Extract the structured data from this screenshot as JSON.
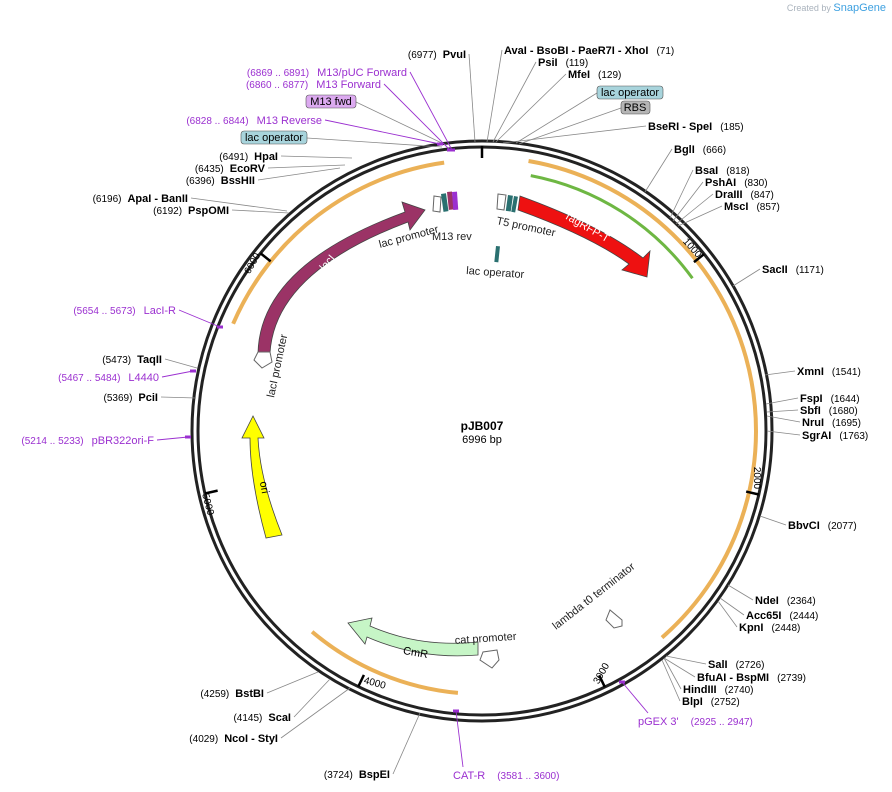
{
  "credit": {
    "created_by": "Created by",
    "brand": "SnapGene"
  },
  "plasmid": {
    "name": "pJB007",
    "size_label": "6996 bp",
    "length": 6996
  },
  "ticks": [
    {
      "bp": 1000,
      "label": "1000"
    },
    {
      "bp": 2000,
      "label": "2000"
    },
    {
      "bp": 3000,
      "label": "3000"
    },
    {
      "bp": 4000,
      "label": "4000"
    },
    {
      "bp": 5000,
      "label": "5000"
    },
    {
      "bp": 6000,
      "label": "6000"
    }
  ],
  "restriction_sites": [
    {
      "id": "pvui",
      "text": "PvuI",
      "pos": "(6977)",
      "bp": 6977,
      "side": "left"
    },
    {
      "id": "ava",
      "text": "AvaI   - BsoBI   - PaeR7I   - XhoI",
      "pos": "(71)",
      "bp": 71,
      "side": "right"
    },
    {
      "id": "psi",
      "text": "PsiI",
      "pos": "(119)",
      "bp": 119,
      "side": "right"
    },
    {
      "id": "mfe",
      "text": "MfeI",
      "pos": "(129)",
      "bp": 129,
      "side": "right"
    },
    {
      "id": "bse",
      "text": "BseRI   - SpeI",
      "pos": "(185)",
      "bp": 185,
      "side": "right"
    },
    {
      "id": "bgl",
      "text": "BglI",
      "pos": "(666)",
      "bp": 666,
      "side": "right"
    },
    {
      "id": "bsa",
      "text": "BsaI",
      "pos": "(818)",
      "bp": 818,
      "side": "right"
    },
    {
      "id": "psh",
      "text": "PshAI",
      "pos": "(830)",
      "bp": 830,
      "side": "right"
    },
    {
      "id": "dra",
      "text": "DraIII",
      "pos": "(847)",
      "bp": 847,
      "side": "right"
    },
    {
      "id": "msc",
      "text": "MscI",
      "pos": "(857)",
      "bp": 857,
      "side": "right"
    },
    {
      "id": "sac",
      "text": "SacII",
      "pos": "(1171)",
      "bp": 1171,
      "side": "right"
    },
    {
      "id": "xmn",
      "text": "XmnI",
      "pos": "(1541)",
      "bp": 1541,
      "side": "right"
    },
    {
      "id": "fsp",
      "text": "FspI",
      "pos": "(1644)",
      "bp": 1644,
      "side": "right"
    },
    {
      "id": "sbf",
      "text": "SbfI",
      "pos": "(1680)",
      "bp": 1680,
      "side": "right"
    },
    {
      "id": "nru",
      "text": "NruI",
      "pos": "(1695)",
      "bp": 1695,
      "side": "right"
    },
    {
      "id": "sgr",
      "text": "SgrAI",
      "pos": "(1763)",
      "bp": 1763,
      "side": "right"
    },
    {
      "id": "bbv",
      "text": "BbvCI",
      "pos": "(2077)",
      "bp": 2077,
      "side": "right"
    },
    {
      "id": "nde",
      "text": "NdeI",
      "pos": "(2364)",
      "bp": 2364,
      "side": "right"
    },
    {
      "id": "acc",
      "text": "Acc65I",
      "pos": "(2444)",
      "bp": 2444,
      "side": "right"
    },
    {
      "id": "kpn",
      "text": "KpnI",
      "pos": "(2448)",
      "bp": 2448,
      "side": "right"
    },
    {
      "id": "sal",
      "text": "SalI",
      "pos": "(2726)",
      "bp": 2726,
      "side": "right"
    },
    {
      "id": "bfu",
      "text": "BfuAI   - BspMI",
      "pos": "(2739)",
      "bp": 2739,
      "side": "right"
    },
    {
      "id": "hind",
      "text": "HindIII",
      "pos": "(2740)",
      "bp": 2740,
      "side": "right"
    },
    {
      "id": "blp",
      "text": "BlpI",
      "pos": "(2752)",
      "bp": 2752,
      "side": "right"
    },
    {
      "id": "bspe",
      "text": "BspEI",
      "pos": "(3724)",
      "bp": 3724,
      "side": "left"
    },
    {
      "id": "nco",
      "text": "NcoI   - StyI",
      "pos": "(4029)",
      "bp": 4029,
      "side": "left"
    },
    {
      "id": "sca",
      "text": "ScaI",
      "pos": "(4145)",
      "bp": 4145,
      "side": "left"
    },
    {
      "id": "bstb",
      "text": "BstBI",
      "pos": "(4259)",
      "bp": 4259,
      "side": "left"
    },
    {
      "id": "pci",
      "text": "PciI",
      "pos": "(5369)",
      "bp": 5369,
      "side": "left"
    },
    {
      "id": "taq",
      "text": "TaqII",
      "pos": "(5473)",
      "bp": 5473,
      "side": "left"
    },
    {
      "id": "psp",
      "text": "PspOMI",
      "pos": "(6192)",
      "bp": 6192,
      "side": "left"
    },
    {
      "id": "apa",
      "text": "ApaI   - BanII",
      "pos": "(6196)",
      "bp": 6196,
      "side": "left"
    },
    {
      "id": "bsshii",
      "text": "BssHII",
      "pos": "(6396)",
      "bp": 6396,
      "side": "left"
    },
    {
      "id": "ecorv",
      "text": "EcoRV",
      "pos": "(6435)",
      "bp": 6435,
      "side": "left"
    },
    {
      "id": "hpa",
      "text": "HpaI",
      "pos": "(6491)",
      "bp": 6491,
      "side": "left"
    }
  ],
  "primers": [
    {
      "id": "m13puc",
      "text": "M13/pUC Forward",
      "pos": "(6869 .. 6891)",
      "side": "left"
    },
    {
      "id": "m13fwd",
      "text": "M13 Forward",
      "pos": "(6860 .. 6877)",
      "side": "left"
    },
    {
      "id": "m13rev",
      "text": "M13 Reverse",
      "pos": "(6828 .. 6844)",
      "side": "left"
    },
    {
      "id": "lacir",
      "text": "LacI-R",
      "pos": "(5654 .. 5673)",
      "side": "left"
    },
    {
      "id": "l4440",
      "text": "L4440",
      "pos": "(5467 .. 5484)",
      "side": "left"
    },
    {
      "id": "pbr",
      "text": "pBR322ori-F",
      "pos": "(5214 .. 5233)",
      "side": "left"
    },
    {
      "id": "pgex",
      "text": "pGEX 3'",
      "pos": "(2925 .. 2947)",
      "side": "right"
    },
    {
      "id": "catr",
      "text": "CAT-R",
      "pos": "(3581 .. 3600)",
      "side": "right"
    }
  ],
  "boxed_labels": [
    {
      "id": "lacop1",
      "text": "lac operator",
      "color": "#a8d4dc"
    },
    {
      "id": "rbs",
      "text": "RBS",
      "color": "#b5b5b5"
    },
    {
      "id": "m13fwdbox",
      "text": "M13 fwd",
      "color": "#dcaaf0"
    },
    {
      "id": "lacop2",
      "text": "lac operator",
      "color": "#a8d4dc"
    }
  ],
  "features": [
    {
      "id": "tagrfp",
      "text": "TagRFP-T",
      "color": "#ee1111"
    },
    {
      "id": "laci",
      "text": "lacI",
      "color": "#9b3366"
    },
    {
      "id": "ori",
      "text": "ori",
      "color": "#ffff00"
    },
    {
      "id": "cmr",
      "text": "CmR",
      "color": "#c6f5c6"
    }
  ],
  "feature_labels": {
    "lac_promoter": "lac promoter",
    "m13_rev": "M13 rev",
    "t5_promoter": "T5 promoter",
    "lac_operator": "lac operator",
    "laci_promoter": "lacI promoter",
    "cat_promoter": "cat promoter",
    "lambda_t0": "lambda t0 terminator"
  },
  "colors": {
    "orf": "#e8a33a",
    "orf_green": "#55aa22",
    "primer": "#9b30d0",
    "backbone": "#222222"
  }
}
